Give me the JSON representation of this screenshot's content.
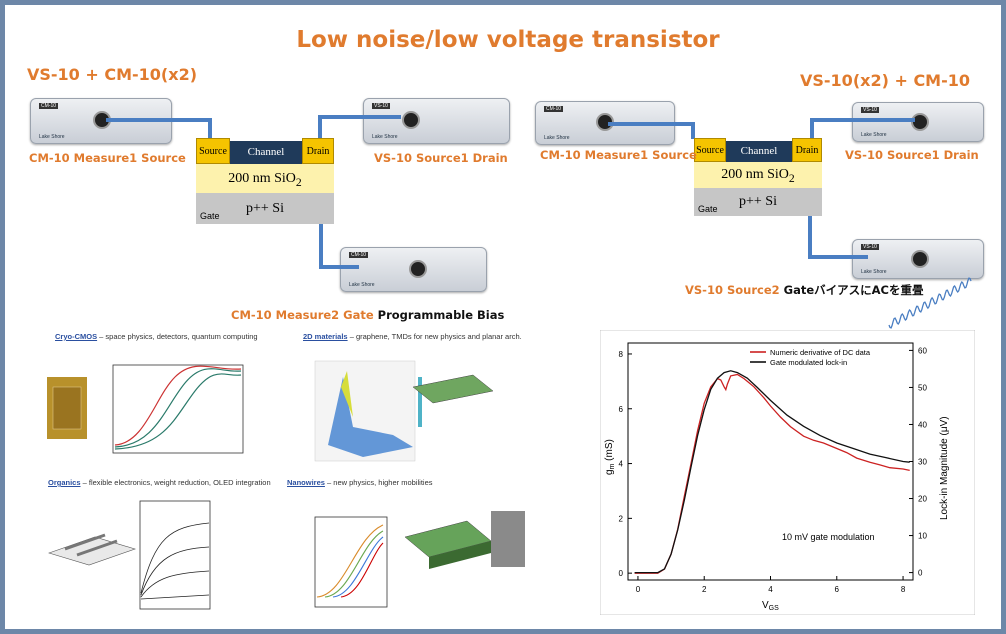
{
  "title": "Low noise/low voltage transistor",
  "left_setup": {
    "heading": "VS-10 + CM-10(x2)",
    "label_source": "CM-10 Measure1 Source",
    "label_drain": "VS-10  Source1 Drain",
    "label_gate_orange": "CM-10 Measure2 Gate",
    "label_gate_black": " Programmable Bias"
  },
  "right_setup": {
    "heading": "VS-10(x2) + CM-10",
    "label_source": "CM-10 Measure1 Source",
    "label_drain": "VS-10  Source1 Drain",
    "label_gate_orange": "VS-10  Source2 ",
    "label_gate_black": "GateバイアスにACを重畳"
  },
  "transistor": {
    "source": "Source",
    "channel": "Channel",
    "drain": "Drain",
    "oxide": "200 nm SiO",
    "oxide_sub": "2",
    "substrate": "p++ Si",
    "gate": "Gate"
  },
  "device": {
    "brand": "Lake Shore"
  },
  "applications": [
    {
      "title": "Cryo-CMOS",
      "desc": " – space physics, detectors, quantum computing"
    },
    {
      "title": "2D materials",
      "desc": " – graphene, TMDs for new physics and planar arch."
    },
    {
      "title": "Organics",
      "desc": " – flexible electronics, weight reduction, OLED integration"
    },
    {
      "title": "Nanowires",
      "desc": " – new physics, higher mobilities"
    }
  ],
  "chart_data": {
    "type": "line",
    "xlabel": "V",
    "xlabel_sub": "GS",
    "ylabel": "g",
    "ylabel_sub": "m",
    "ylabel_unit": " (mS)",
    "y2label": "Lock-in Magnitude (μV)",
    "xlim": [
      -0.3,
      8.3
    ],
    "ylim": [
      -0.25,
      8.4
    ],
    "y2lim": [
      -2,
      62
    ],
    "xticks": [
      0,
      2,
      4,
      6,
      8
    ],
    "yticks": [
      0,
      2,
      4,
      6,
      8
    ],
    "y2ticks": [
      0,
      10,
      20,
      30,
      40,
      50,
      60
    ],
    "annotation": "10 mV gate modulation",
    "legend_position": "top-right",
    "series": [
      {
        "name": "Numeric derivative of DC data",
        "color": "#cc2222",
        "axis": "left",
        "x": [
          -0.1,
          0.3,
          0.6,
          0.8,
          1.0,
          1.2,
          1.4,
          1.6,
          1.8,
          2.0,
          2.2,
          2.4,
          2.5,
          2.6,
          2.65,
          2.7,
          2.8,
          3.0,
          3.2,
          3.5,
          3.8,
          4.0,
          4.3,
          4.6,
          5.0,
          5.3,
          5.6,
          6.0,
          6.3,
          6.6,
          7.0,
          7.3,
          7.6,
          8.0,
          8.2
        ],
        "y": [
          0.0,
          0.0,
          0.0,
          0.15,
          0.7,
          1.6,
          2.8,
          4.0,
          5.2,
          6.2,
          6.8,
          7.1,
          7.05,
          6.8,
          6.7,
          6.9,
          7.2,
          7.25,
          7.1,
          6.8,
          6.4,
          6.1,
          5.7,
          5.35,
          5.0,
          4.85,
          4.75,
          4.55,
          4.4,
          4.2,
          4.05,
          3.95,
          3.85,
          3.8,
          3.75
        ]
      },
      {
        "name": "Gate modulated lock-in",
        "color": "#111111",
        "axis": "right",
        "x": [
          -0.1,
          0.3,
          0.6,
          0.8,
          1.0,
          1.2,
          1.4,
          1.6,
          1.8,
          2.0,
          2.2,
          2.4,
          2.6,
          2.8,
          3.0,
          3.3,
          3.6,
          4.0,
          4.5,
          5.0,
          5.5,
          6.0,
          6.5,
          7.0,
          7.5,
          8.0,
          8.2
        ],
        "y": [
          0.0,
          0.0,
          0.0,
          1.0,
          5.0,
          11.5,
          19.5,
          28.5,
          37.0,
          44.0,
          49.5,
          52.5,
          54.0,
          54.5,
          54.0,
          52.5,
          50.0,
          46.5,
          42.5,
          39.5,
          37.0,
          35.0,
          33.5,
          32.0,
          31.0,
          30.0,
          29.8
        ]
      }
    ]
  }
}
